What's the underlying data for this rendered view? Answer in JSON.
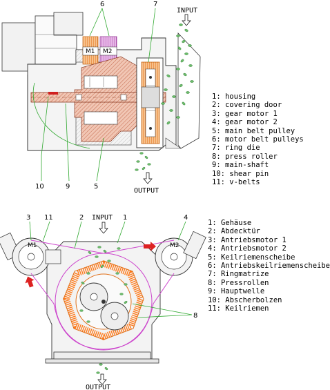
{
  "top": {
    "labels": {
      "input": "INPUT",
      "output": "OUTPUT",
      "m1": "M1",
      "m2": "M2",
      "n6": "6",
      "n7": "7",
      "n10": "10",
      "n9": "9",
      "n5": "5"
    },
    "legend": [
      "1: housing",
      "2: covering door",
      "3: gear motor 1",
      "4: gear motor 2",
      "5: main belt pulley",
      "6: motor belt pulleys",
      "7: ring die",
      "8: press roller",
      "9: main-shaft",
      "10: shear pin",
      "11: v-belts"
    ]
  },
  "bottom": {
    "labels": {
      "input": "INPUT",
      "output": "OUTPUT",
      "m1": "M1",
      "m2": "M2",
      "n3": "3",
      "n11": "11",
      "n2": "2",
      "n1": "1",
      "n4": "4",
      "n8": "8"
    },
    "legend": [
      "1: Gehäuse",
      "2: Abdecktür",
      "3: Antriebsmotor 1",
      "4: Antriebsmotor 2",
      "5: Keilriemenscheibe",
      "6: Antriebskeilriemenscheibe",
      "7: Ringmatrize",
      "8: Pressrollen",
      "9: Hauptwelle",
      "10: Abscherbolzen",
      "11: Keilriemen"
    ]
  },
  "colors": {
    "line": "#333333",
    "leader": "#2fa82f",
    "belt": "#cc44cc",
    "die": "#ff7a1a",
    "shaft": "#e9b9a8",
    "pellets": "#3c9a3c",
    "arrow": "#dd2222",
    "fill": "#f2f2f2"
  }
}
